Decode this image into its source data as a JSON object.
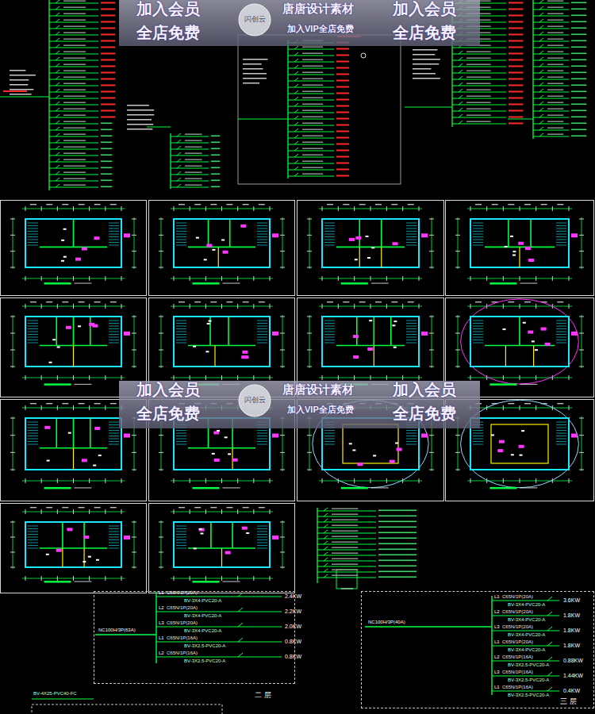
{
  "diagram": {
    "nodes": [
      {
        "text": [
          "加入会员",
          "全店免费",
          "闪创云",
          "唐唐设计素材",
          "加入VIP全店免费",
          "加入会员",
          "全店免费"
        ]
      },
      {
        "text": [
          "加入会员",
          "全店免费",
          "闪创云",
          "唐唐设计素材",
          "加入VIP全店免费",
          "加入会员",
          "全店免费"
        ]
      },
      {
        "text": [
          "二 层"
        ]
      },
      {
        "text": [
          "三 层"
        ]
      }
    ],
    "labels": [
      "NC100H/3P(63A)",
      "L1",
      "C65N/1P(20A)",
      "BV-3X4-PVC20-A",
      "2.4KW",
      "L2",
      "C65N/1P(20A)",
      "BV-3X4-PVC20-A",
      "2.2KW",
      "L3",
      "C65N/1P(20A)",
      "BV-3X4-PVC20-A",
      "2.0KW",
      "L1",
      "C65N/1P(16A)",
      "BV-3X2.5-PVC20-A",
      "0.8KW",
      "L2",
      "C65N/1P(16A)",
      "BV-3X2.5-PVC20-A",
      "0.8KW",
      "NC100H/3P(40A)",
      "L1",
      "C65N/1P(20A)",
      "BV-3X4-PVC20-A",
      "3.6KW",
      "L2",
      "C65N/1P(20A)",
      "BV-3X4-PVC20-A",
      "1.8KW",
      "L3",
      "C65N/1P(20A)",
      "BV-3X4-PVC20-A",
      "1.8KW",
      "L1",
      "C65N/1P(20A)",
      "BV-3X4-PVC20-A",
      "1.8KW",
      "L2",
      "C65N/1P(16A)",
      "BV-3X2.5-PVC20-A",
      "0.88KW",
      "L3",
      "C65N/1P(16A)",
      "BV-3X2.5-PVC20-A",
      "1.44KW",
      "L1",
      "C65N/1P(16A)",
      "BV-3X2.5-PVC20-A",
      "0.4KW",
      "BV-4X25-PVC40-FC"
    ]
  }
}
